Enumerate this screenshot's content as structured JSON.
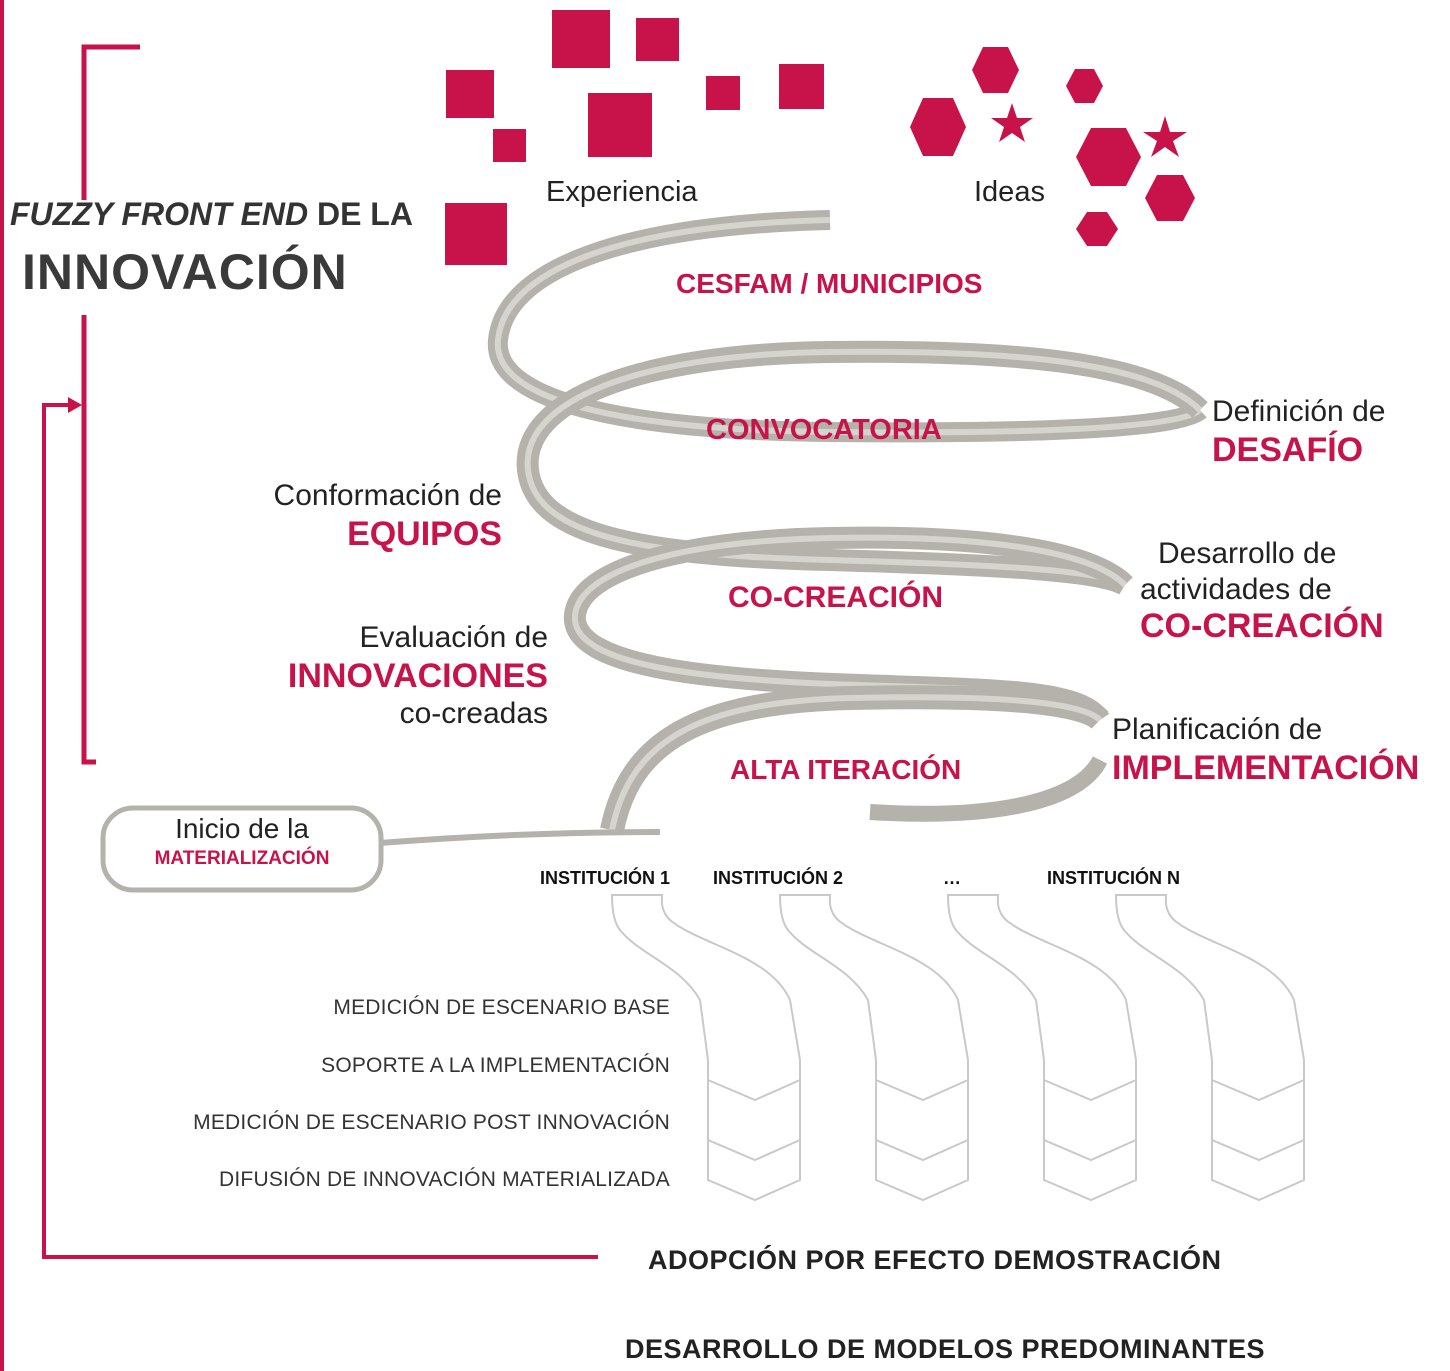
{
  "title": {
    "italic": "FUZZY FRONT END",
    "rest": "DE LA",
    "main": "INNOVACIÓN"
  },
  "icons": {
    "squares_label": "Experiencia",
    "hexagons_label": "Ideas"
  },
  "colors": {
    "accent": "#c8134a",
    "spiral": "#b5b2ab",
    "outline": "#c9c9c9"
  },
  "stages": {
    "cesfam": "CESFAM / MUNICIPIOS",
    "convocatoria": "CONVOCATORIA",
    "cocreacion": "CO-CREACIÓN",
    "alta_iteracion": "ALTA ITERACIÓN"
  },
  "right_labels": {
    "desafio": {
      "light": "Definición de",
      "bold": "DESAFÍO"
    },
    "cocreacion": {
      "light1": "Desarrollo de",
      "light2": "actividades de",
      "bold": "CO-CREACIÓN"
    },
    "implementacion": {
      "light": "Planificación de",
      "bold": "IMPLEMENTACIÓN"
    }
  },
  "left_labels": {
    "equipos": {
      "light": "Conformación de",
      "bold": "EQUIPOS"
    },
    "innovaciones": {
      "light1": "Evaluación de",
      "bold": "INNOVACIONES",
      "light2": "co-creadas"
    }
  },
  "materializacion": {
    "light": "Inicio de la",
    "bold": "MATERIALIZACIÓN"
  },
  "institutions": [
    "INSTITUCIÓN 1",
    "INSTITUCIÓN 2",
    "…",
    "INSTITUCIÓN N"
  ],
  "phases": [
    "MEDICIÓN DE ESCENARIO BASE",
    "SOPORTE A LA IMPLEMENTACIÓN",
    "MEDICIÓN DE ESCENARIO POST INNOVACIÓN",
    "DIFUSIÓN DE INNOVACIÓN MATERIALIZADA"
  ],
  "outcomes": {
    "adopcion": "ADOPCIÓN POR EFECTO DEMOSTRACIÓN",
    "desarrollo": "DESARROLLO DE MODELOS PREDOMINANTES"
  }
}
